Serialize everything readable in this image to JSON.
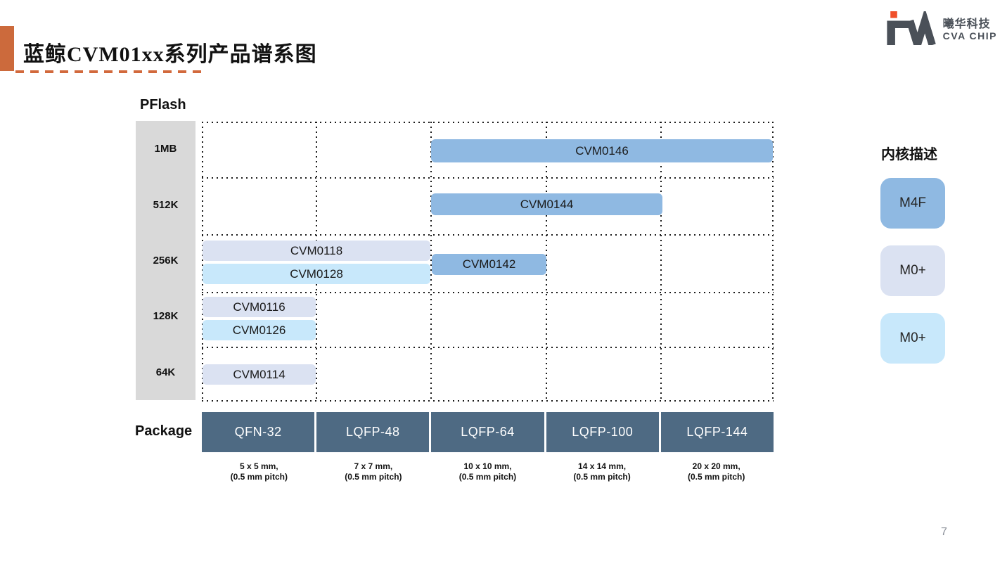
{
  "slide": {
    "title": "蓝鲸CVM01xx系列产品谱系图",
    "page_number": "7"
  },
  "logo": {
    "company_cn": "曦华科技",
    "company_en": "CVA CHIP"
  },
  "colors": {
    "accent_orange": "#CC6A3C",
    "logo_orange": "#F0502A",
    "logo_dark": "#4A5058",
    "core_m4f_blue": "#8FB9E2",
    "core_m0p_lavender": "#DBE2F2",
    "core_m0p_cyan": "#C8E8FB",
    "package_box_slate": "#4E6A83",
    "axis_band_gray": "#D9D9D9"
  },
  "chart_data": {
    "type": "bar",
    "title": "蓝鲸CVM01xx系列产品谱系图",
    "ylabel": "PFlash",
    "xlabel": "Package",
    "grid": "dotted",
    "legend_position": "right",
    "y_categories": [
      "1MB",
      "512K",
      "256K",
      "128K",
      "64K"
    ],
    "x_categories": [
      "QFN-32",
      "LQFP-48",
      "LQFP-64",
      "LQFP-100",
      "LQFP-144"
    ],
    "bars": [
      {
        "label": "CVM0146",
        "pflash": "1MB",
        "packages": [
          "LQFP-64",
          "LQFP-100",
          "LQFP-144"
        ],
        "core": "M4F"
      },
      {
        "label": "CVM0144",
        "pflash": "512K",
        "packages": [
          "LQFP-64",
          "LQFP-100"
        ],
        "core": "M4F"
      },
      {
        "label": "CVM0118",
        "pflash": "256K",
        "packages": [
          "QFN-32",
          "LQFP-48"
        ],
        "core": "M0+ lavender"
      },
      {
        "label": "CVM0128",
        "pflash": "256K",
        "packages": [
          "QFN-32",
          "LQFP-48"
        ],
        "core": "M0+ cyan"
      },
      {
        "label": "CVM0142",
        "pflash": "256K",
        "packages": [
          "LQFP-64"
        ],
        "core": "M4F"
      },
      {
        "label": "CVM0116",
        "pflash": "128K",
        "packages": [
          "QFN-32"
        ],
        "core": "M0+ lavender"
      },
      {
        "label": "CVM0126",
        "pflash": "128K",
        "packages": [
          "QFN-32"
        ],
        "core": "M0+ cyan"
      },
      {
        "label": "CVM0114",
        "pflash": "64K",
        "packages": [
          "QFN-32"
        ],
        "core": "M0+ lavender"
      }
    ],
    "package_dimensions": [
      {
        "size": "5 x 5 mm,",
        "pitch": "(0.5 mm pitch)"
      },
      {
        "size": "7 x 7 mm,",
        "pitch": "(0.5 mm pitch)"
      },
      {
        "size": "10 x 10 mm,",
        "pitch": "(0.5 mm pitch)"
      },
      {
        "size": "14 x 14 mm,",
        "pitch": "(0.5 mm pitch)"
      },
      {
        "size": "20 x 20 mm,",
        "pitch": "(0.5 mm pitch)"
      }
    ],
    "legend": {
      "title": "内核描述",
      "items": [
        {
          "label": "M4F",
          "color": "#8FB9E2"
        },
        {
          "label": "M0+",
          "color": "#DBE2F2"
        },
        {
          "label": "M0+",
          "color": "#C8E8FB"
        }
      ]
    }
  }
}
